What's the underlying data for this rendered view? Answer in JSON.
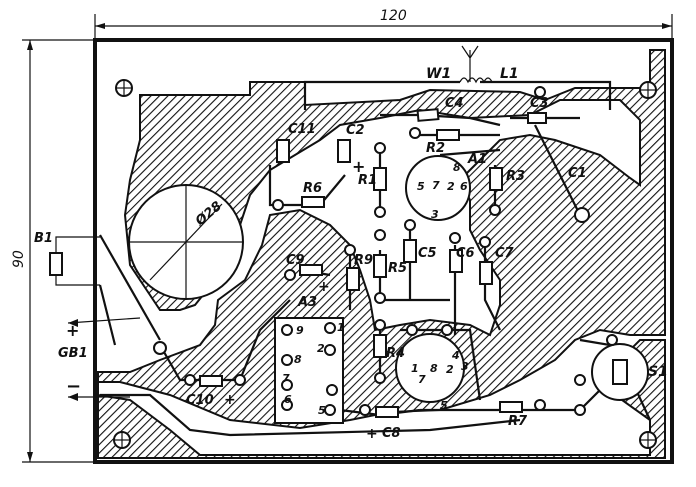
{
  "dimensions": {
    "width": "120",
    "height": "90"
  },
  "hole": {
    "diameter": "Ø28"
  },
  "components": {
    "W1": "W1",
    "L1": "L1",
    "C4": "C4",
    "C3": "C3",
    "C11": "C11",
    "C2": "C2",
    "R2": "R2",
    "A1": "A1",
    "R1": "R1",
    "R3": "R3",
    "C1": "C1",
    "R6": "R6",
    "B1": "B1",
    "C9": "C9",
    "R9": "R9",
    "R5": "R5",
    "C5": "C5",
    "C6": "C6",
    "C7": "C7",
    "A3": "A3",
    "R4": "R4",
    "C10": "C10",
    "C8": "C8",
    "R7": "R7",
    "S1": "S1",
    "GB1": "GB1"
  },
  "pins": {
    "a1_5": "5",
    "a1_7": "7",
    "a1_2": "2",
    "a1_6": "6",
    "a1_8": "8",
    "a1_3": "3",
    "a3_9": "9",
    "a3_1": "1",
    "a3_2": "2",
    "a3_8": "8",
    "a3_7": "7",
    "a3_6": "6",
    "a3_5": "5",
    "a2_1": "1",
    "a2_7": "7",
    "a2_8": "8",
    "a2_2": "2",
    "a2_3": "3",
    "a2_4": "4",
    "a2_5": "5"
  },
  "polarity": {
    "plus": "+",
    "minus": "−"
  }
}
